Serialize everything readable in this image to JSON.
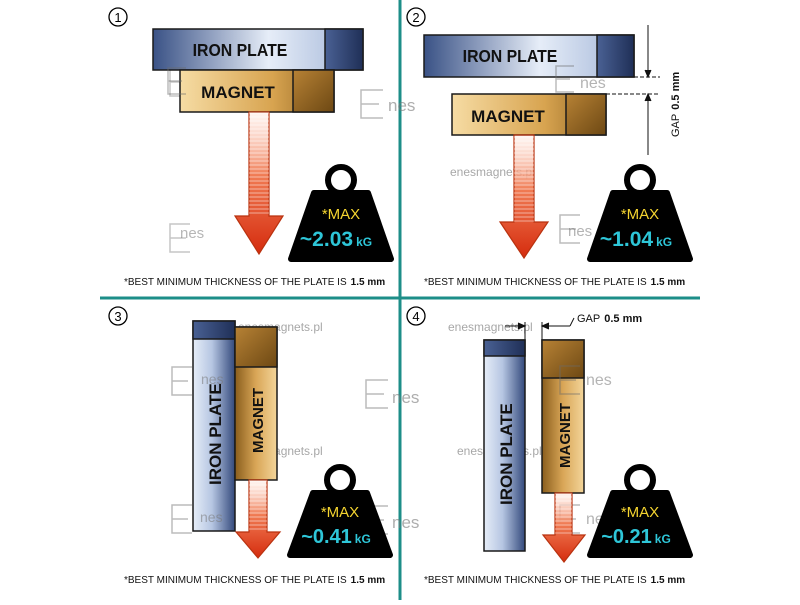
{
  "colors": {
    "divider": "#1d8e88",
    "iron_dark": "#2a3f6e",
    "iron_light": "#dfe8f6",
    "magnet_dark": "#7a5418",
    "magnet_light": "#f4d598",
    "arrow": "#e23a18",
    "weight": "#000000",
    "max_label": "#f5d530",
    "value": "#2ec6d8"
  },
  "watermark": {
    "brand": "nes",
    "site": "enesmagnets.pl"
  },
  "panels": [
    {
      "number": "1",
      "iron_label": "IRON PLATE",
      "magnet_label": "MAGNET",
      "max_label": "*MAX",
      "value": "~2.03",
      "unit": "kG",
      "note_prefix": "*BEST MINIMUM THICKNESS OF THE PLATE IS",
      "note_value": "1.5 mm"
    },
    {
      "number": "2",
      "iron_label": "IRON PLATE",
      "magnet_label": "MAGNET",
      "gap_label": "GAP",
      "gap_value": "0.5 mm",
      "max_label": "*MAX",
      "value": "~1.04",
      "unit": "kG",
      "note_prefix": "*BEST MINIMUM THICKNESS OF THE PLATE IS",
      "note_value": "1.5 mm"
    },
    {
      "number": "3",
      "iron_label": "IRON  PLATE",
      "magnet_label": "MAGNET",
      "max_label": "*MAX",
      "value": "~0.41",
      "unit": "kG",
      "note_prefix": "*BEST MINIMUM THICKNESS OF THE PLATE IS",
      "note_value": "1.5 mm"
    },
    {
      "number": "4",
      "iron_label": "IRON PLATE",
      "magnet_label": "MAGNET",
      "gap_label": "GAP",
      "gap_value": "0.5 mm",
      "max_label": "*MAX",
      "value": "~0.21",
      "unit": "kG",
      "note_prefix": "*BEST MINIMUM THICKNESS OF THE PLATE IS",
      "note_value": "1.5 mm"
    }
  ]
}
